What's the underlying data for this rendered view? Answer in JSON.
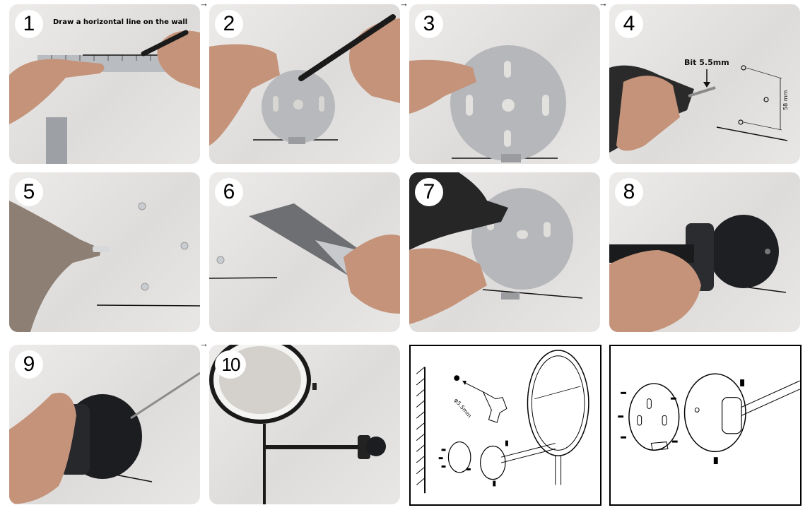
{
  "steps": [
    {
      "number": "1",
      "caption": "Draw a horizontal line on the wall"
    },
    {
      "number": "2"
    },
    {
      "number": "3"
    },
    {
      "number": "4",
      "annotation": "Bit 5.5mm",
      "dimension": "58 mm"
    },
    {
      "number": "5"
    },
    {
      "number": "6"
    },
    {
      "number": "7"
    },
    {
      "number": "8"
    },
    {
      "number": "9"
    },
    {
      "number": "10"
    }
  ],
  "diagrams": {
    "drill_label": "φ5.5mm"
  },
  "arrow_glyph": "→",
  "icons": {
    "flow_arrow": "arrow-right-icon"
  }
}
